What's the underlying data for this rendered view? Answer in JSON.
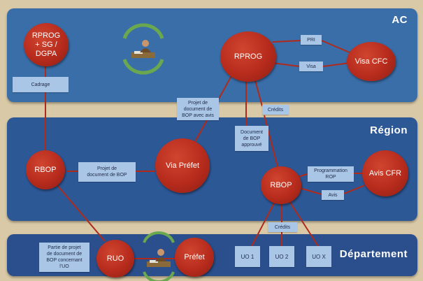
{
  "bands": {
    "ac": {
      "title": "AC",
      "color": "#3a6ea8"
    },
    "region": {
      "title": "Région",
      "color": "#2d5896"
    },
    "departement": {
      "title": "Département",
      "color": "#2a4f8c"
    }
  },
  "nodes": {
    "rprog_sg": "RPROG\n+ SG /\nDGPA",
    "rprog": "RPROG",
    "visa_cfc": "Visa CFC",
    "rbop_left": "RBOP",
    "via_prefet": "Via Préfet",
    "rbop_right": "RBOP",
    "avis_cfr": "Avis CFR",
    "ruo": "RUO",
    "prefet": "Préfet"
  },
  "labels": {
    "cadrage": "Cadrage",
    "pri": "PRI",
    "visa": "Visa",
    "projet_avec_avis": "Projet de\ndocument de\nBOP avec avis",
    "credits_top": "Crédits",
    "document_approuve": "Document\nde BOP\napprouvé",
    "projet_bop": "Projet de\ndocument de BOP",
    "programmation": "Programmation\nROP",
    "avis": "Avis",
    "credits_bottom": "Crédits",
    "partie_projet": "Partie de projet\nde document de\nBOP concernant\nl'UO",
    "uo1": "UO 1",
    "uo2": "UO 2",
    "uox": "UO X"
  },
  "colors": {
    "node": "#b62b1c",
    "box": "#aac6e6",
    "connector": "#b02a1b"
  }
}
